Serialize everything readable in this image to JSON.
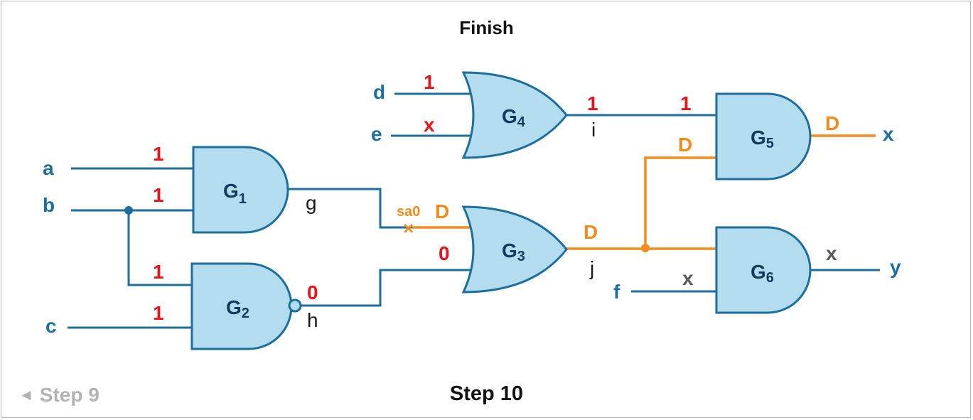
{
  "title": "Finish",
  "navigation": {
    "current_step": "Step 10",
    "previous_step": "Step 9",
    "previous_arrow": "◄"
  },
  "colors": {
    "gate_fill": "#b3dcef",
    "wire": "#1c6e9c",
    "fault_path": "#f28c1e",
    "assigned_value": "#e8141b",
    "unknown_value": "#595959"
  },
  "inputs": {
    "a": "a",
    "b": "b",
    "c": "c",
    "d": "d",
    "e": "e",
    "f": "f"
  },
  "outputs": {
    "x": "x",
    "y": "y"
  },
  "gates": {
    "g1": {
      "name": "G",
      "sub": "1"
    },
    "g2": {
      "name": "G",
      "sub": "2"
    },
    "g3": {
      "name": "G",
      "sub": "3"
    },
    "g4": {
      "name": "G",
      "sub": "4"
    },
    "g5": {
      "name": "G",
      "sub": "5"
    },
    "g6": {
      "name": "G",
      "sub": "6"
    }
  },
  "nets": {
    "g": "g",
    "h": "h",
    "i": "i",
    "j": "j"
  },
  "fault": {
    "label": "sa0",
    "marker": "×"
  },
  "values": {
    "g1_in_a": "1",
    "g1_in_b": "1",
    "g2_in_b": "1",
    "g2_in_c": "1",
    "h": "0",
    "g3_in_g": "D",
    "g3_in_h": "0",
    "j": "D",
    "d": "1",
    "e": "x",
    "i": "1",
    "g5_in_i": "1",
    "g5_in_j": "D",
    "g5_out": "D",
    "g6_in_f": "x",
    "g6_out": "x"
  }
}
